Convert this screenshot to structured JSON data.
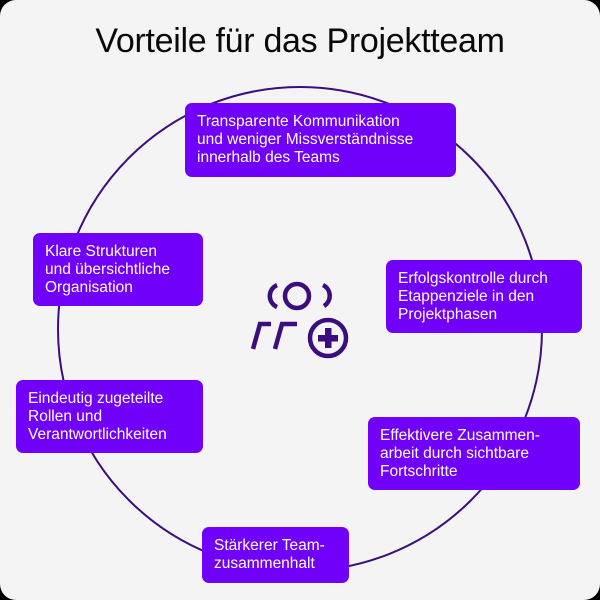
{
  "title": "Vorteile für das Projektteam",
  "colors": {
    "background": "#f4f4f4",
    "box": "#7000f9",
    "box_text": "#ffffff",
    "ring": "#3b0d7e",
    "icon": "#3b0d7e",
    "title": "#0a0a0a"
  },
  "center_icon": "team-plus-icon",
  "benefits": [
    {
      "id": "top",
      "text": "Transparente Kommunikation\nund weniger Missverständnisse\ninnerhalb des Teams"
    },
    {
      "id": "right-upper",
      "text": "Erfolgskontrolle durch\nEtappenziele in den\nProjektphasen"
    },
    {
      "id": "right-lower",
      "text": "Effektivere Zusammen-\narbeit durch sichtbare\nFortschritte"
    },
    {
      "id": "bottom",
      "text": "Stärkerer Team-\nzusammenhalt"
    },
    {
      "id": "left-lower",
      "text": "Eindeutig zugeteilte\nRollen und\nVerantwortlichkeiten"
    },
    {
      "id": "left-upper",
      "text": "Klare Strukturen\nund übersichtliche\nOrganisation"
    }
  ]
}
